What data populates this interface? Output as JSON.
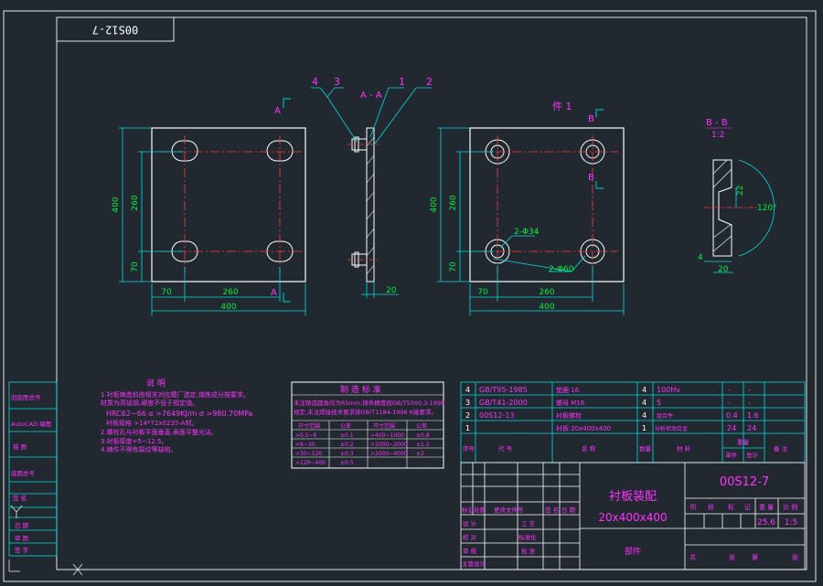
{
  "drawing_number_top": "00S12-7",
  "views": {
    "section_mark": "A",
    "section_title": "A - A",
    "part_ref": "件 1",
    "b_mark": "B",
    "detail_title": "B - B",
    "detail_scale": "1:2",
    "balloons": [
      "4",
      "3",
      "1",
      "2"
    ]
  },
  "dims": {
    "w400": "400",
    "h400": "400",
    "d260": "260",
    "d70": "70",
    "d20": "20",
    "hole_big": "2-Φ34",
    "hole_small": "2-Φ60",
    "det_22": "22",
    "det_4": "4",
    "det_20": "20",
    "det_angle": "120°"
  },
  "notes": {
    "title": "说 明",
    "lines": [
      "1.衬板铸造前由相关对应模厂选定,熔炼成分按要求。",
      "  材质为高锰钢,硬度不低于规定值。",
      "  HRC62~66  α >7649KJ/m  σ >980.70MPa",
      "  衬板规格 >14*72x0235-A材。",
      "2.螺栓孔与衬板平面垂直,表面平整光洁。",
      "3.衬板厚度=5~12.5。",
      "4.铸件不得有裂纹等缺陷。"
    ]
  },
  "mfg": {
    "title": "制 造 标 准",
    "lines": [
      "未注铸造圆角均为R5mm,铸件精度按GB/T5000.3-1998",
      "规定,未注焊接技术要求按GB/T1184-1996 K级要求。"
    ],
    "header": [
      "尺寸范围",
      "公差",
      "尺寸范围",
      "公差"
    ],
    "rows": [
      [
        ">0.5~6",
        "±0.1",
        ">400~1000",
        "±0.8"
      ],
      [
        ">6~30",
        "±0.2",
        ">1000~2000",
        "±1.2"
      ],
      [
        ">30~120",
        "±0.3",
        ">2000~4000",
        "±2"
      ],
      [
        ">120~400",
        "±0.5",
        "",
        ""
      ]
    ]
  },
  "bom": {
    "rows": [
      [
        "4",
        "GB/T95-1985",
        "垫圈 16",
        "4",
        "100Hv",
        "-",
        "-",
        ""
      ],
      [
        "3",
        "GB/T41-2000",
        "螺母 M16",
        "4",
        "5",
        "-",
        "-",
        ""
      ],
      [
        "2",
        "00S12-13",
        "衬板螺栓",
        "4",
        "组合件",
        "0.4",
        "1.6",
        ""
      ],
      [
        "1",
        "",
        "衬板 20x400x400",
        "1",
        "分析检测合金",
        "24",
        "24",
        ""
      ]
    ],
    "header": [
      "序号",
      "代 号",
      "名 称",
      "数量",
      "材 料",
      "单件",
      "总计",
      "备 注"
    ],
    "weight_header": "重量"
  },
  "title_block": {
    "name": "衬板装配",
    "size": "20x400x400",
    "drawing_no": "00S12-7",
    "category": "部件",
    "weight": "25.6",
    "scale": "1:5",
    "stage_labels": [
      "阶",
      "段",
      "标",
      "记",
      "重 量",
      "比 例"
    ],
    "sheet_labels": [
      "共",
      "张",
      "第",
      "张"
    ],
    "rev_labels": [
      "标记",
      "处数",
      "更改文件号",
      "签 名",
      "日 期"
    ],
    "role_labels": [
      "设 计",
      "校 对",
      "审 核",
      "主管设计",
      "标准化",
      "工 艺",
      "批 准"
    ]
  },
  "side_strip": [
    "旧底图总号",
    "AutoCAD 编图",
    "描 图",
    "底图总号",
    "签 名",
    "日 期",
    "审 图",
    "签 字"
  ]
}
